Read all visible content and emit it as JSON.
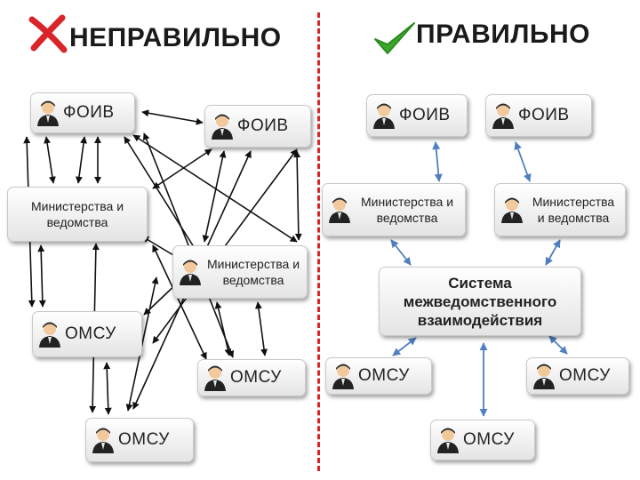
{
  "headings": {
    "wrong": "НЕПРАВИЛЬНО",
    "right": "ПРАВИЛЬНО"
  },
  "icons": {
    "wrong": "red-cross-icon",
    "right": "green-check-icon",
    "person": "person-avatar-icon"
  },
  "colors": {
    "wrong_mark": "#d9252a",
    "right_mark": "#3aa82a",
    "divider": "#d9252a",
    "arrow_left": "#111111",
    "arrow_right": "#4f7fbf"
  },
  "left": {
    "foiv_1": "ФОИВ",
    "foiv_2": "ФОИВ",
    "ministries_1": "Министерства и ведомства",
    "ministries_2": "Министерства и ведомства",
    "omsu_1": "ОМСУ",
    "omsu_2": "ОМСУ",
    "omsu_3": "ОМСУ"
  },
  "right": {
    "foiv_1": "ФОИВ",
    "foiv_2": "ФОИВ",
    "ministries_1": "Министерства и ведомства",
    "ministries_2": "Министерства и ведомства",
    "system": "Система межведомственного взаимодействия",
    "omsu_1": "ОМСУ",
    "omsu_2": "ОМСУ",
    "omsu_3": "ОМСУ"
  }
}
